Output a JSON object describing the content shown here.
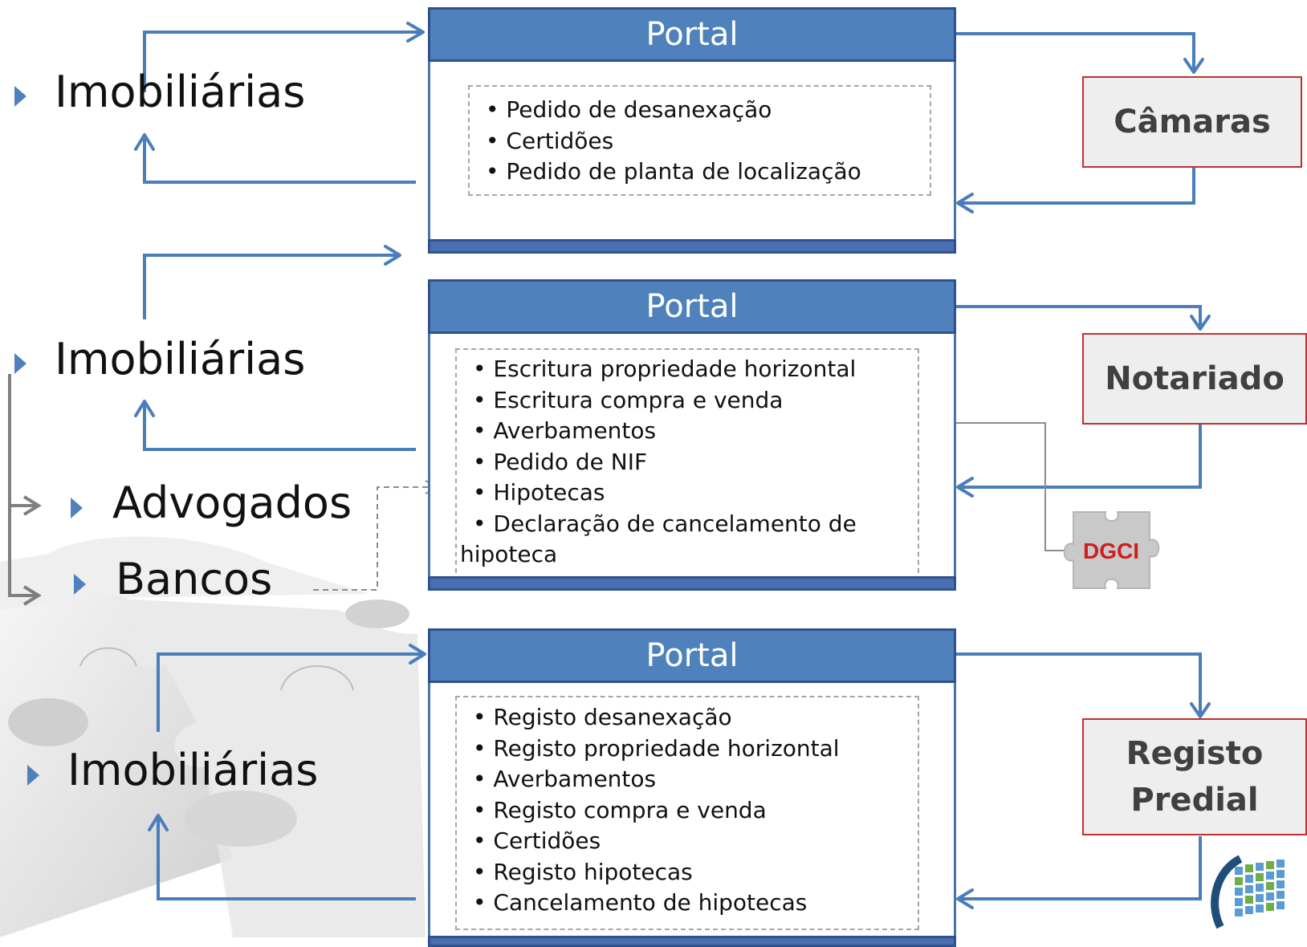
{
  "portals": [
    {
      "title": "Portal",
      "services": [
        "Pedido de desanexação",
        "Certidões",
        "Pedido de planta de localização"
      ]
    },
    {
      "title": "Portal",
      "services": [
        "Escritura propriedade horizontal",
        "Escritura compra e venda",
        "Averbamentos",
        "Pedido de NIF",
        "Hipotecas",
        "Declaração de cancelamento de"
      ],
      "services_wrap": "hipoteca"
    },
    {
      "title": "Portal",
      "services": [
        "Registo desanexação",
        "Registo propriedade horizontal",
        "Averbamentos",
        "Registo compra e venda",
        "Certidões",
        "Registo hipotecas",
        "Cancelamento de hipotecas"
      ]
    }
  ],
  "entities": {
    "camaras": "Câmaras",
    "notariado": "Notariado",
    "registo_line1": "Registo",
    "registo_line2": "Predial"
  },
  "actors": {
    "row1": "Imobiliárias",
    "row2": "Imobiliárias",
    "advogados": "Advogados",
    "bancos": "Bancos",
    "row3": "Imobiliárias"
  },
  "dgci_label": "DGCI",
  "colors": {
    "portal_fill": "#4f81bd",
    "portal_border": "#2f528f",
    "flow_arrow": "#4a7ebb",
    "entity_border": "#c0302f",
    "entity_fill": "#eeeeee",
    "dgci_red": "#cc1f1f",
    "dashed_connector": "#8c8c8c"
  }
}
